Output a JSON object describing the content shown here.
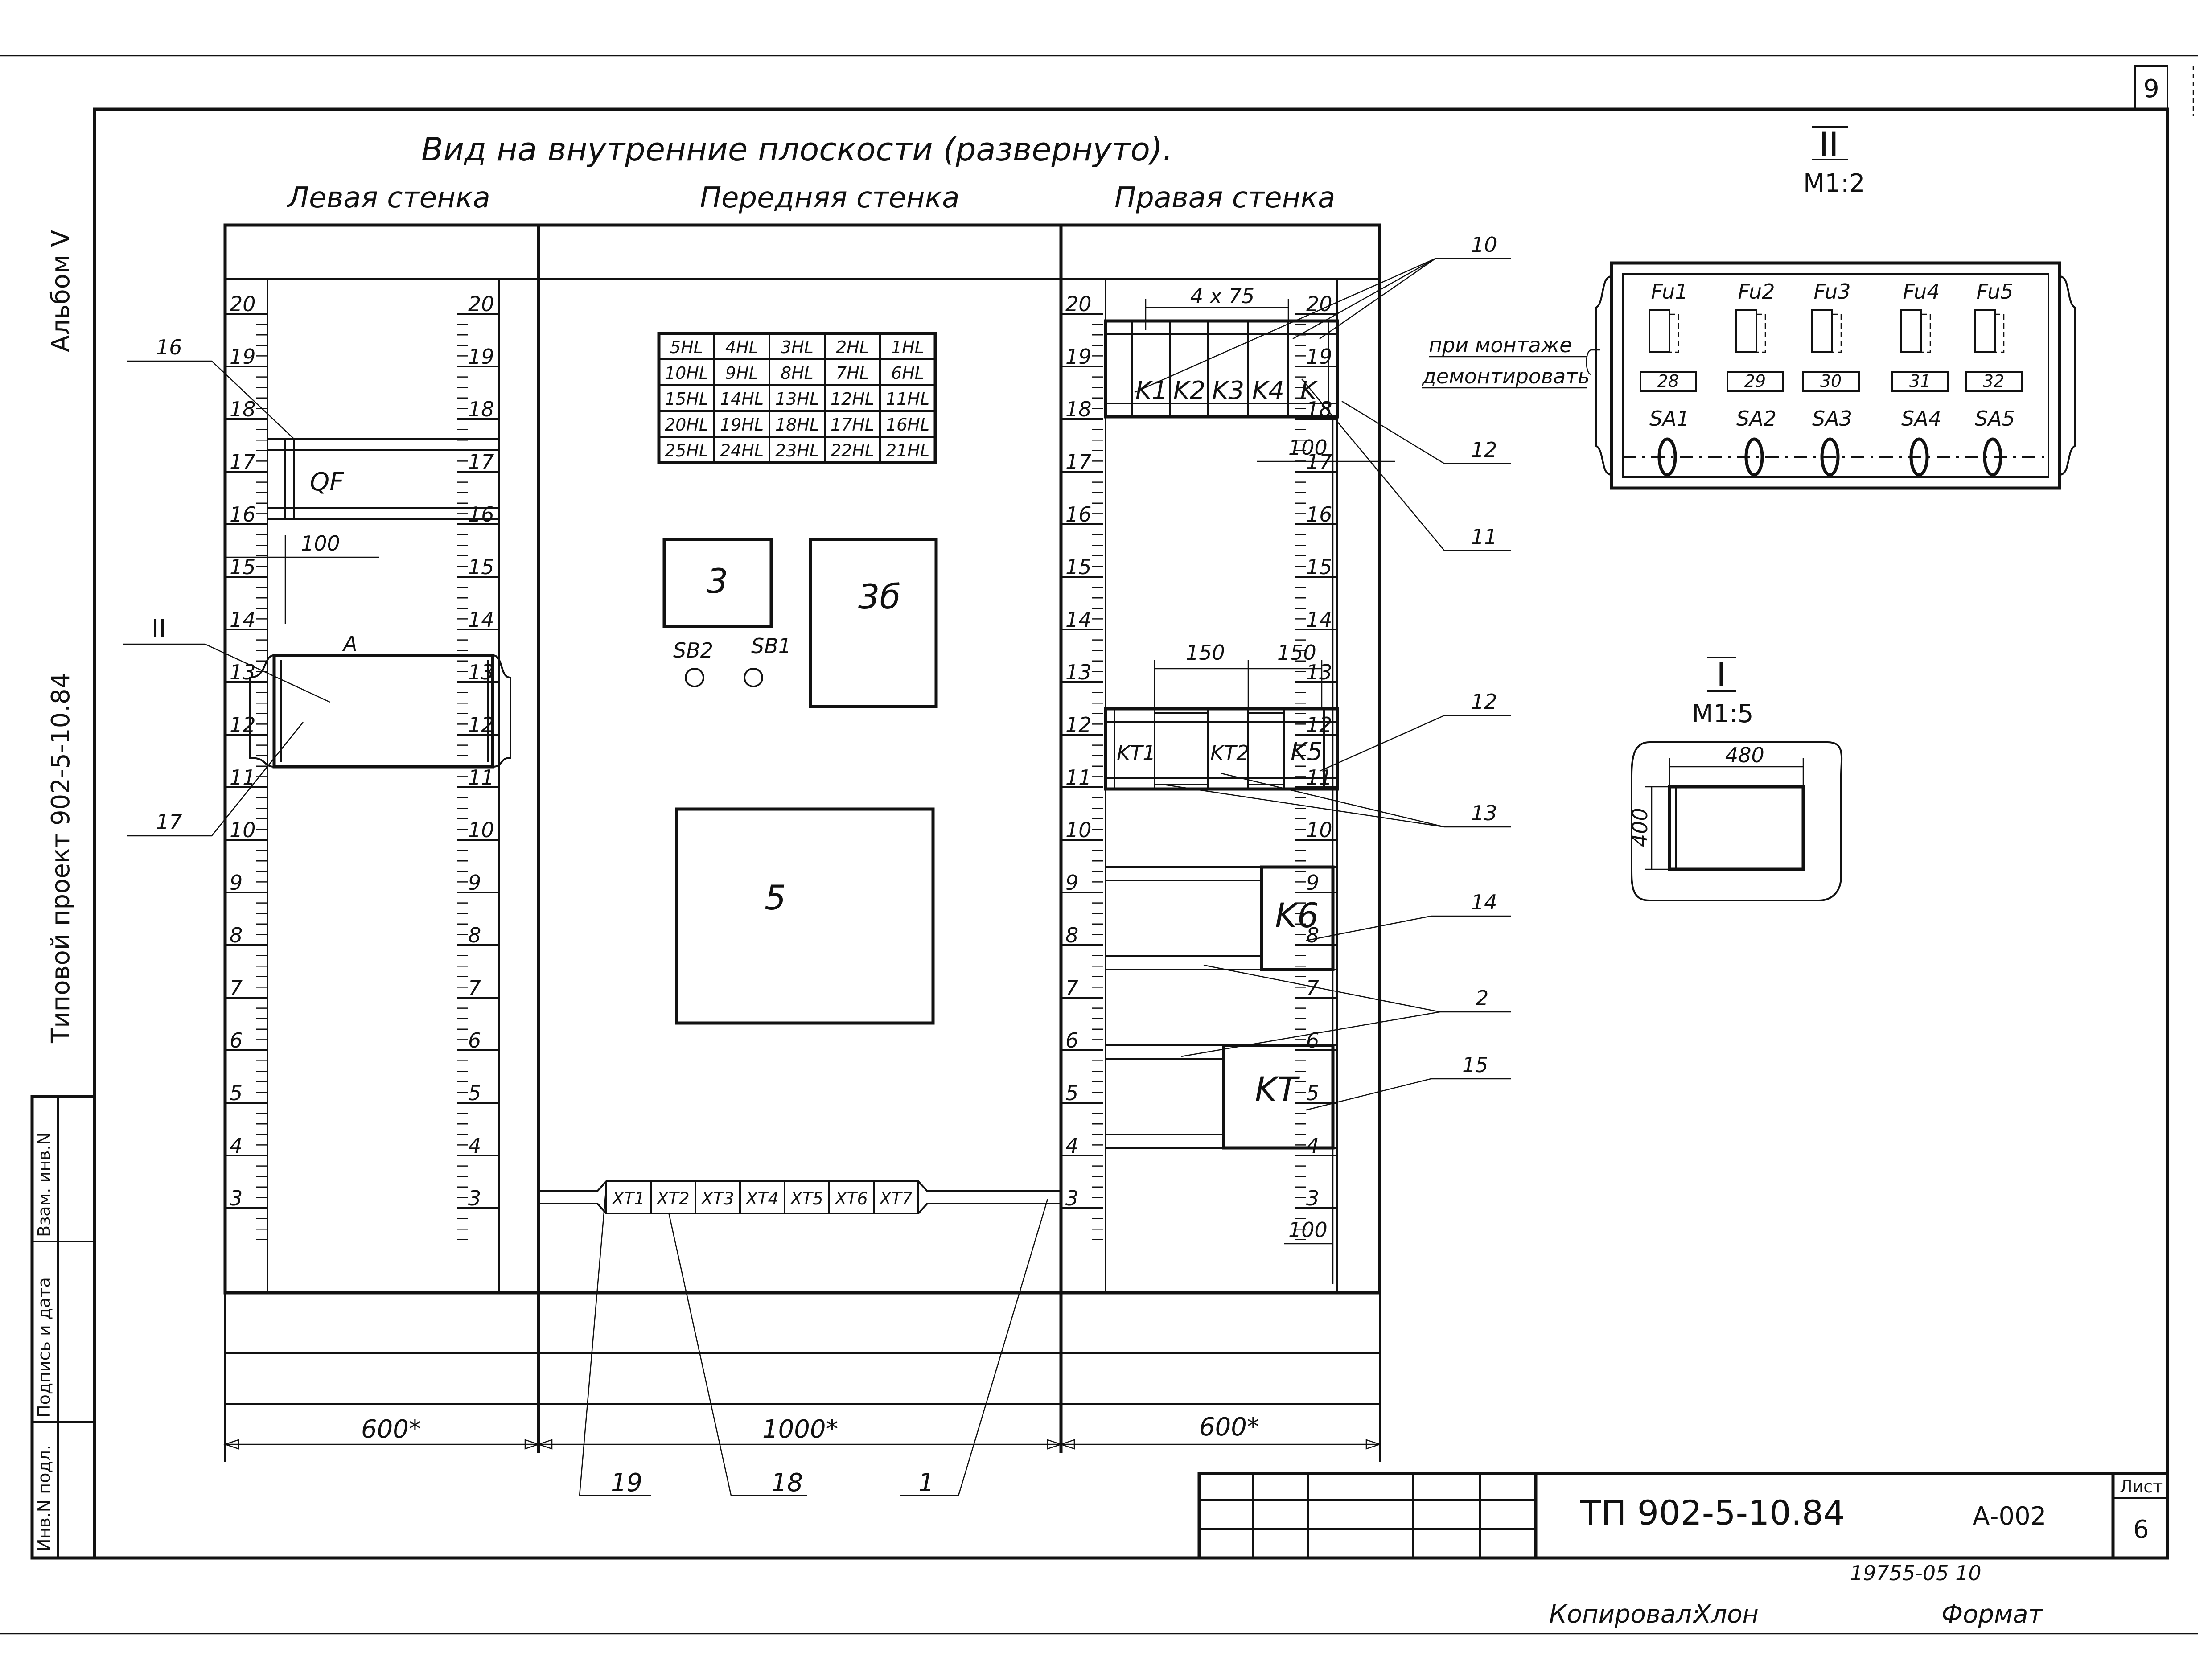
{
  "sheet_corner_number": "9",
  "album_label": "Альбом V",
  "project_label": "Типовой проект 902-5-10.84",
  "stamp_left_labels": [
    "Инв.N подл.",
    "Подпись и дата",
    "Взам. инв.N"
  ],
  "title": "Вид на внутренние плоскости (развернуто).",
  "walls": {
    "left": "Левая стенка",
    "front": "Передняя стенка",
    "right": "Правая стенка"
  },
  "scale_numbers": [
    "3",
    "4",
    "5",
    "6",
    "7",
    "8",
    "9",
    "10",
    "11",
    "12",
    "13",
    "14",
    "15",
    "16",
    "17",
    "18",
    "19",
    "20"
  ],
  "left_wall": {
    "qf": "QF",
    "dim_100": "100",
    "label_a": "A"
  },
  "hl_grid": [
    [
      "5HL",
      "4HL",
      "3HL",
      "2HL",
      "1HL"
    ],
    [
      "10HL",
      "9HL",
      "8HL",
      "7HL",
      "6HL"
    ],
    [
      "15HL",
      "14HL",
      "13HL",
      "12HL",
      "11HL"
    ],
    [
      "20HL",
      "19HL",
      "18HL",
      "17HL",
      "16HL"
    ],
    [
      "25HL",
      "24HL",
      "23HL",
      "22HL",
      "21HL"
    ]
  ],
  "front": {
    "box3": "3",
    "box3b": "3б",
    "sb2": "SB2",
    "sb1": "SB1",
    "box5": "5",
    "terminals": [
      "XT1",
      "XT2",
      "XT3",
      "XT4",
      "XT5",
      "XT6",
      "XT7"
    ]
  },
  "right_wall": {
    "dim_4x75": "4 x 75",
    "relays": [
      "K1",
      "K2",
      "K3",
      "K4",
      "K"
    ],
    "dim_100_top": "100",
    "dim_150a": "150",
    "dim_150b": "150",
    "kt_row": [
      "KT1",
      "KT2",
      "K5"
    ],
    "k6": "K6",
    "kt": "KT",
    "dim_100_bottom": "100"
  },
  "callouts": {
    "c10": "10",
    "c12a": "12",
    "c11": "11",
    "c12b": "12",
    "c13": "13",
    "c14": "14",
    "c2": "2",
    "c15": "15",
    "c16": "16",
    "cII": "II",
    "c17": "17",
    "c19": "19",
    "c18": "18",
    "c1": "1"
  },
  "dimensions": {
    "left": "600*",
    "front": "1000*",
    "right": "600*"
  },
  "view_II": {
    "label": "II",
    "scale": "M1:2",
    "note_line1": "при монтаже",
    "note_line2": "демонтировать",
    "fuses": [
      "Fu1",
      "Fu2",
      "Fu3",
      "Fu4",
      "Fu5"
    ],
    "fuse_tags": [
      "28",
      "29",
      "30",
      "31",
      "32"
    ],
    "switches": [
      "SA1",
      "SA2",
      "SA3",
      "SA4",
      "SA5"
    ]
  },
  "view_I": {
    "label": "I",
    "scale": "M1:5",
    "dim_480": "480",
    "dim_400": "400"
  },
  "title_block": {
    "code": "ТП 902-5-10.84",
    "sheet_code": "А-002",
    "sheet_label": "Лист",
    "sheet_number": "6"
  },
  "footer": {
    "inventory": "19755-05 10",
    "copied_label": "Копировал:",
    "copied_signature": "Хлон",
    "format_label": "Формат"
  }
}
